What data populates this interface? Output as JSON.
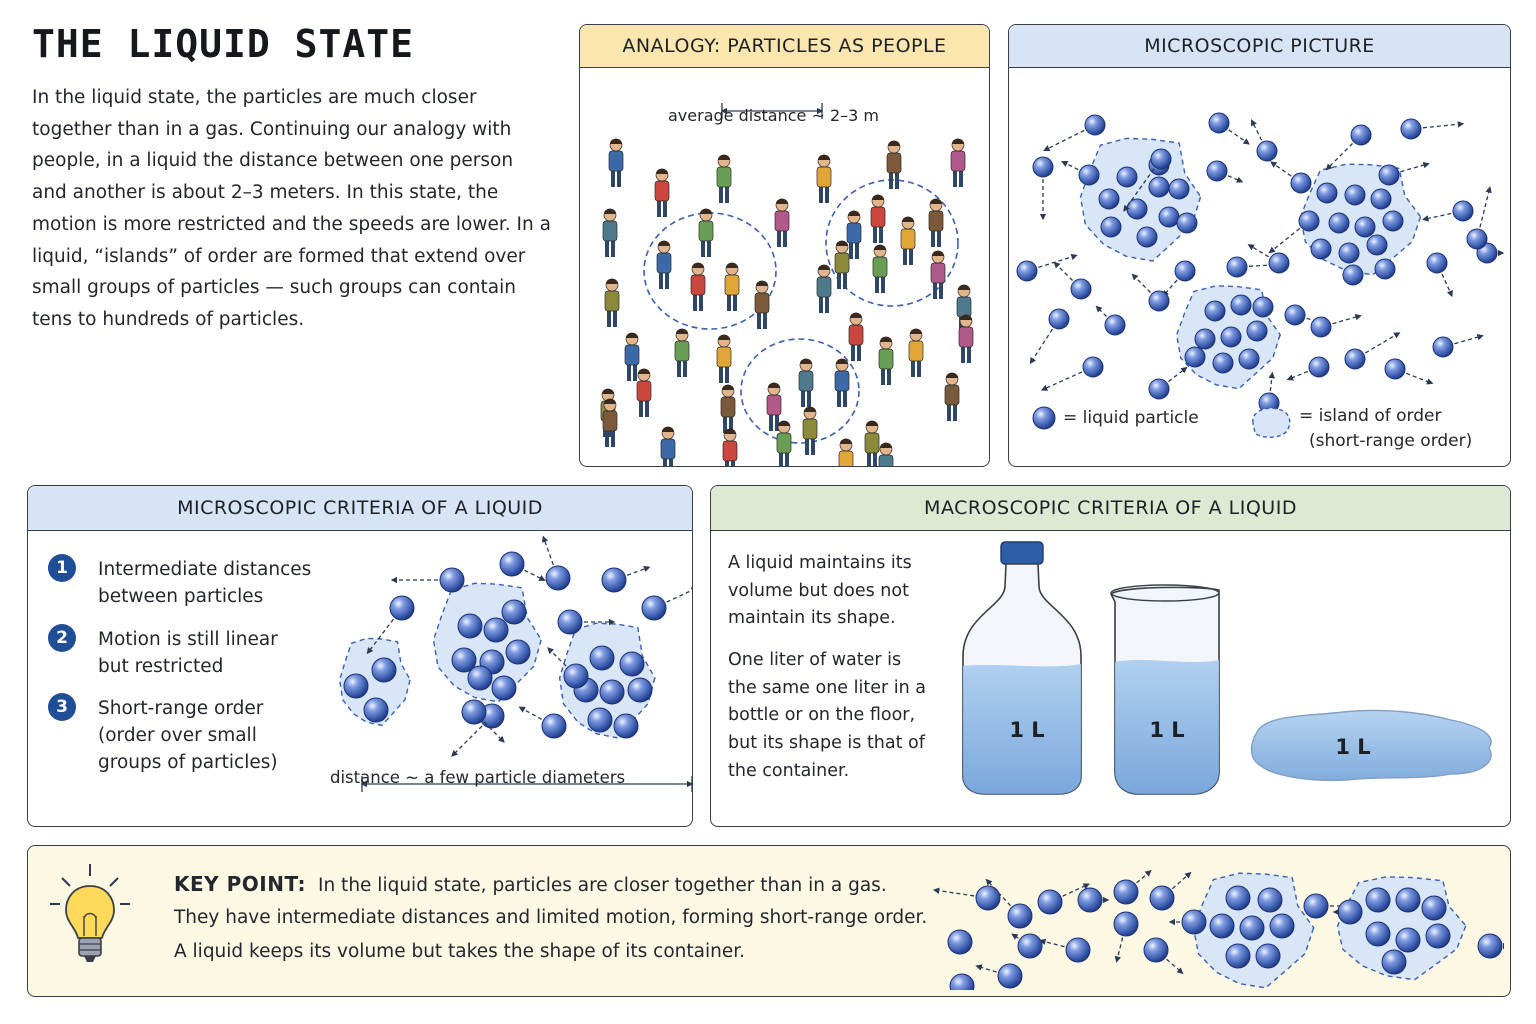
{
  "title": "THE LIQUID STATE",
  "intro": "In the liquid state, the particles are much closer together than in a gas. Continuing our analogy with people, in a liquid the distance between one person and another is about 2–3 meters. In this state, the motion is more restricted and the speeds are lower. In a liquid, “islands” of order are formed that extend over small groups of particles — such groups can contain tens to hundreds of particles.",
  "analogy": {
    "header": "ANALOGY: PARTICLES AS PEOPLE",
    "distance_label": "average distance ~ 2–3 m"
  },
  "microscopic_picture": {
    "header": "MICROSCOPIC PICTURE",
    "legend_particle": "= liquid particle",
    "legend_island_line1": "= island of order",
    "legend_island_line2": "(short-range order)"
  },
  "micro_criteria": {
    "header": "MICROSCOPIC CRITERIA OF A LIQUID",
    "items": [
      {
        "number": "1",
        "text": "Intermediate distances between particles"
      },
      {
        "number": "2",
        "text": "Motion is still linear but restricted"
      },
      {
        "number": "3",
        "text": "Short-range order (order over small groups of particles)"
      }
    ],
    "distance_label": "distance ~ a few particle diameters"
  },
  "macro_criteria": {
    "header": "MACROSCOPIC CRITERIA OF A LIQUID",
    "text1": "A liquid maintains its volume but does not maintain its shape.",
    "text2": "One liter of water is the same one liter in a bottle or on the floor, but its shape is that of the container.",
    "bottle_label": "1 L",
    "beaker_label": "1 L",
    "puddle_label": "1 L"
  },
  "key_point": {
    "label": "KEY POINT:",
    "line1": "In the liquid state, particles are closer together than in a gas.",
    "line2": "They have intermediate distances and limited motion, forming short-range order.",
    "line3": "A liquid keeps its volume but takes the shape of its container."
  },
  "colors": {
    "particle": "#3b5fb5",
    "analogy_header": "#fbe6b0",
    "micro_header": "#d6e4f6",
    "macro_header": "#dfe8d2",
    "keypoint_bg": "#fdf8e4",
    "water": "#9ec3ea",
    "number_badge": "#1f4e96"
  }
}
